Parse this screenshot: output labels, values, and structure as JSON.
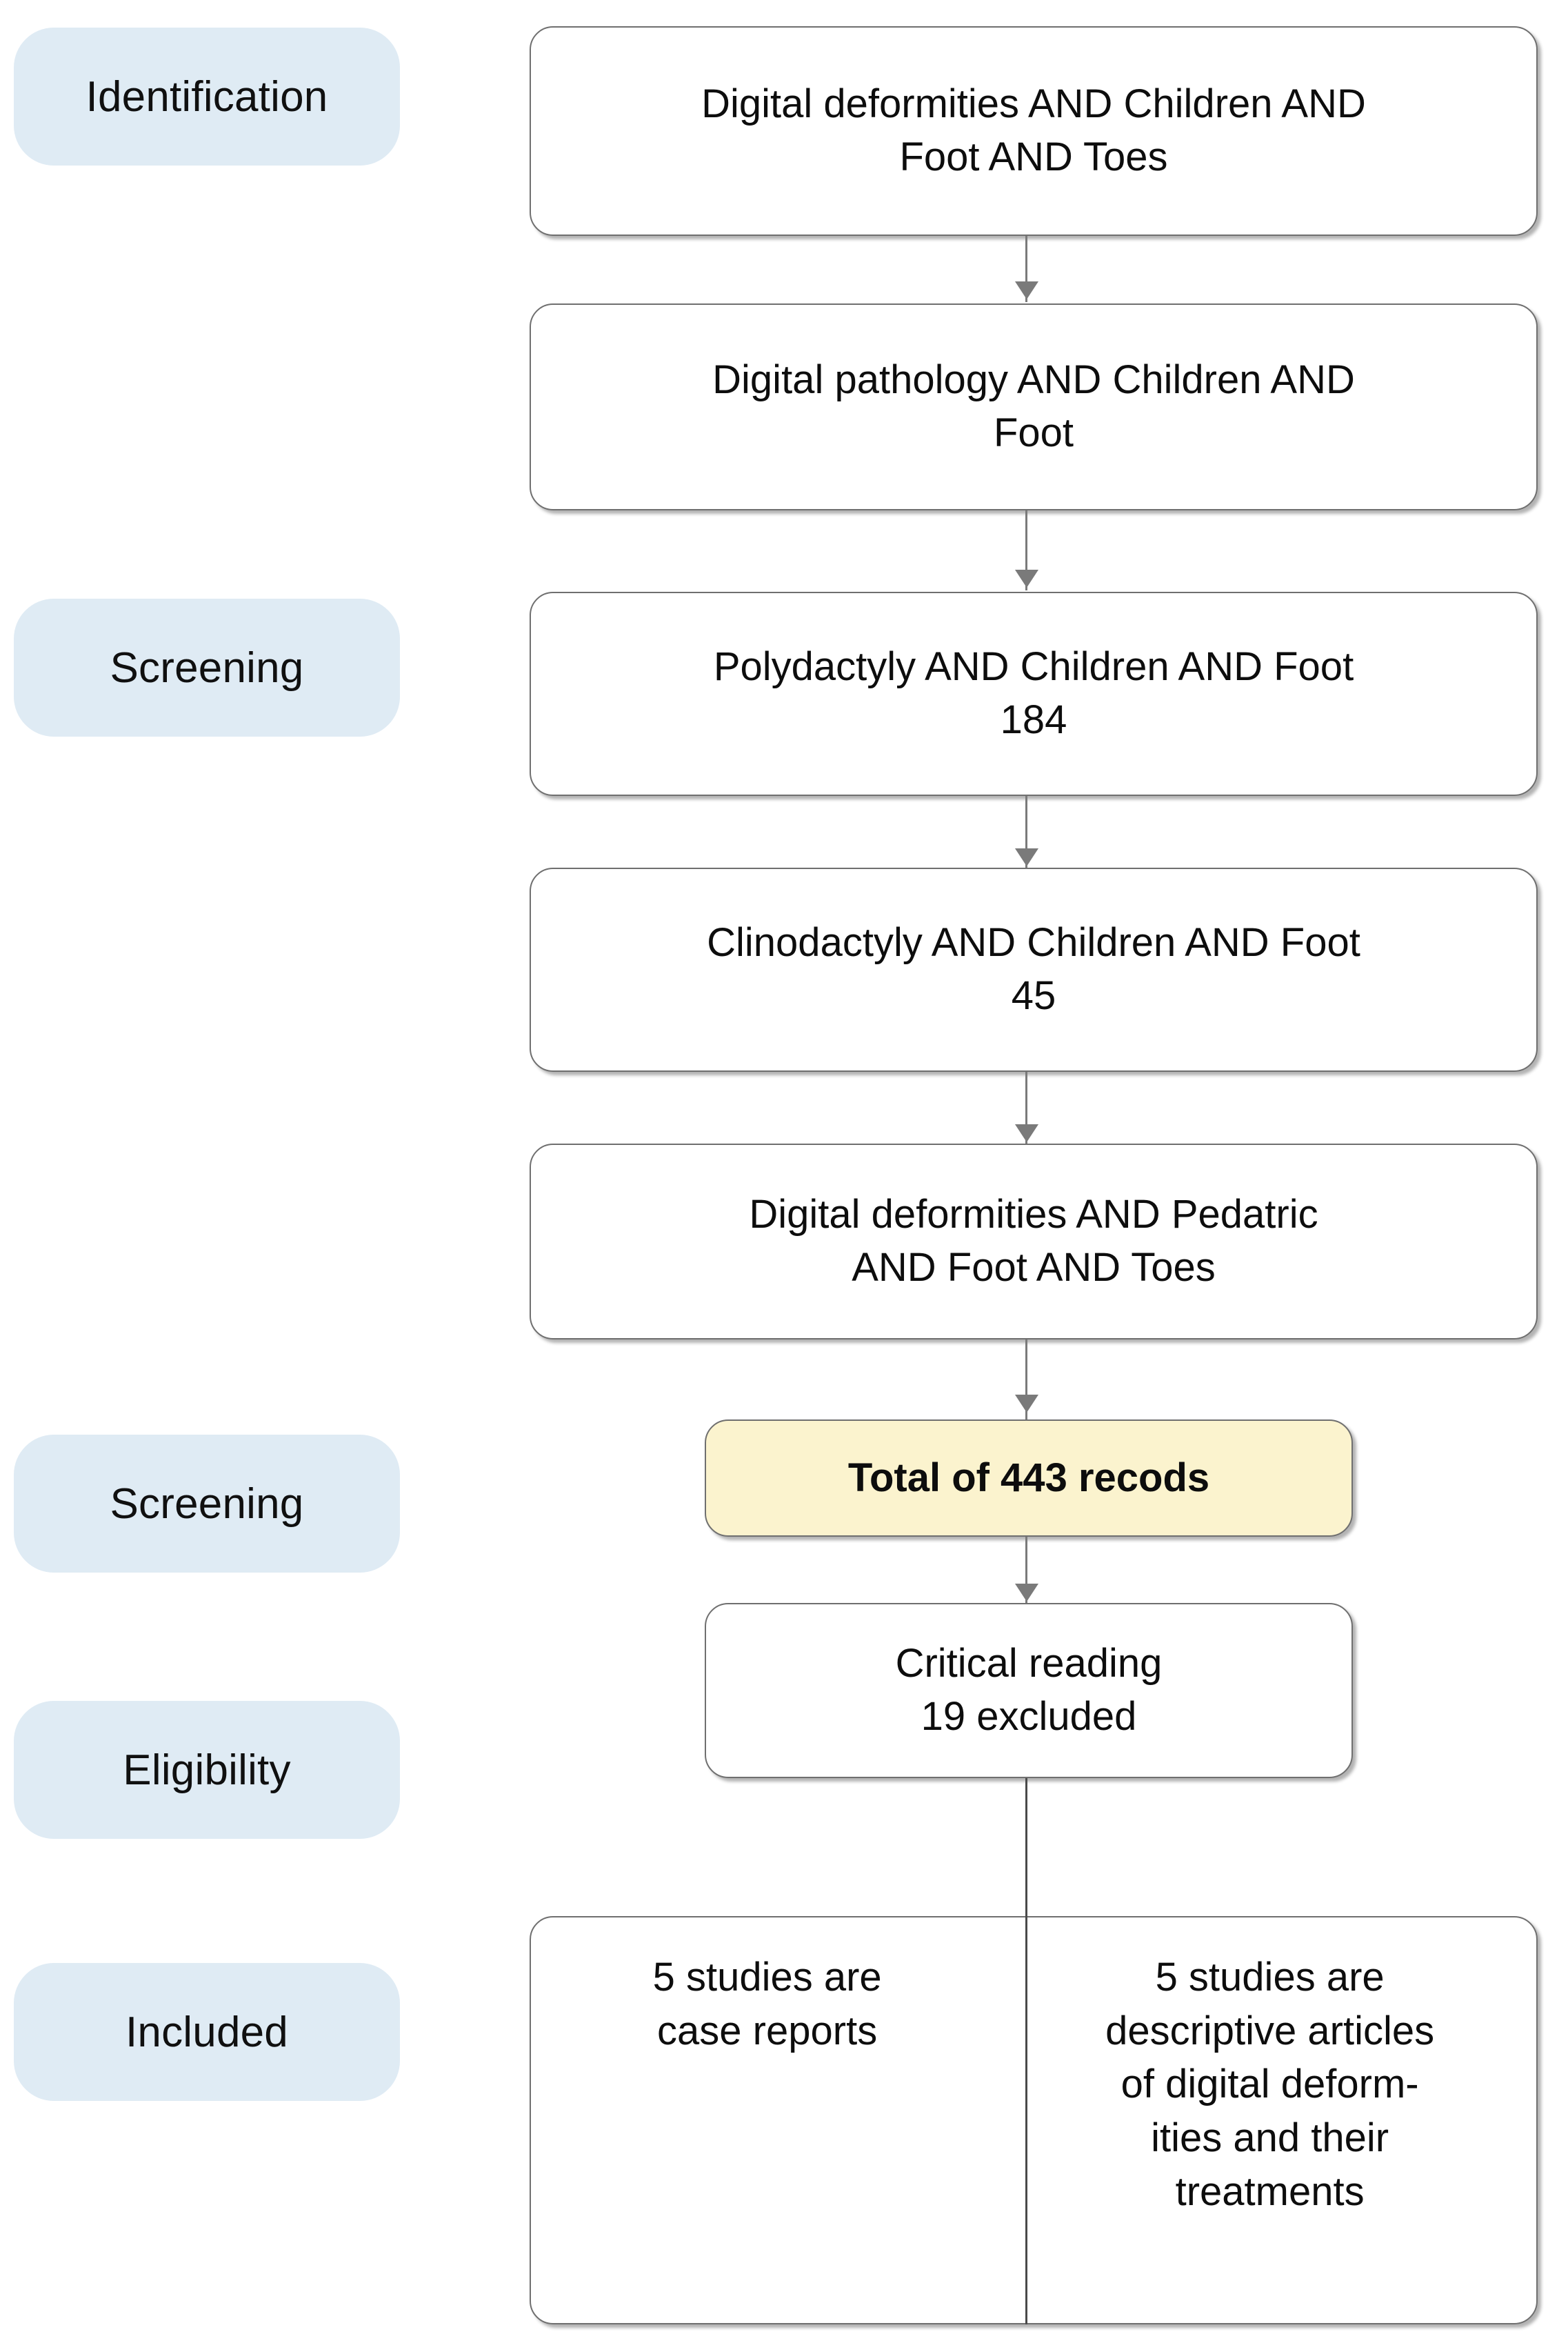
{
  "diagram": {
    "title": "PRISMA study selection flow diagram",
    "colors": {
      "stage_pill": "#dfebf4",
      "highlight_box": "#fbf3ce",
      "box_border": "#6f6f6f",
      "connector": "#7a7a7a",
      "text": "#0d0d0d",
      "background": "#ffffff"
    },
    "stages": [
      {
        "label": "Identification"
      },
      {
        "label": "Screening"
      },
      {
        "label": "Screening"
      },
      {
        "label": "Eligibility"
      },
      {
        "label": "Included"
      }
    ],
    "nodes": [
      {
        "id": "search-1",
        "text": "Digital deformities AND Children AND Foot AND Toes",
        "highlight": false
      },
      {
        "id": "search-2",
        "text": "Digital pathology AND Children AND Foot",
        "highlight": false
      },
      {
        "id": "search-3",
        "text": "Polydactyly AND Children AND Foot 184",
        "highlight": false
      },
      {
        "id": "search-4",
        "text": "Clinodactyly AND Children AND Foot 45",
        "highlight": false
      },
      {
        "id": "search-5",
        "text": "Digital deformities AND Pedatric AND Foot AND Toes",
        "highlight": false
      },
      {
        "id": "total-records",
        "text": "Total of 443 recods",
        "highlight": true
      },
      {
        "id": "critical-reading",
        "text": "Critical reading 19 excluded",
        "highlight": false
      }
    ],
    "node_lines": {
      "search-1": [
        "Digital deformities AND Children AND",
        "Foot AND Toes"
      ],
      "search-2": [
        "Digital pathology AND Children AND",
        "Foot"
      ],
      "search-3": [
        "Polydactyly AND Children AND Foot",
        "184"
      ],
      "search-4": [
        "Clinodactyly AND Children AND Foot",
        "45"
      ],
      "search-5": [
        "Digital deformities AND Pedatric",
        "AND Foot AND Toes"
      ],
      "total-records": [
        "Total of 443 recods"
      ],
      "critical-reading": [
        "Critical reading",
        "19 excluded"
      ]
    },
    "outcome": {
      "left": {
        "id": "case-reports",
        "lines": [
          "5 studies are",
          "case reports"
        ],
        "text": "5 studies are case reports"
      },
      "right": {
        "id": "descriptive-articles",
        "lines": [
          "5 studies are",
          "descriptive articles",
          "of digital deform-",
          "ities and their",
          "treatments"
        ],
        "text": "5 studies are descriptive articles of digital deformities and their treatments"
      }
    },
    "counts": {
      "polydactyly_records": "184",
      "clinodactyly_records": "45",
      "total_records": "443",
      "excluded": "19",
      "case_reports_studies": "5",
      "descriptive_articles_studies": "5"
    }
  }
}
